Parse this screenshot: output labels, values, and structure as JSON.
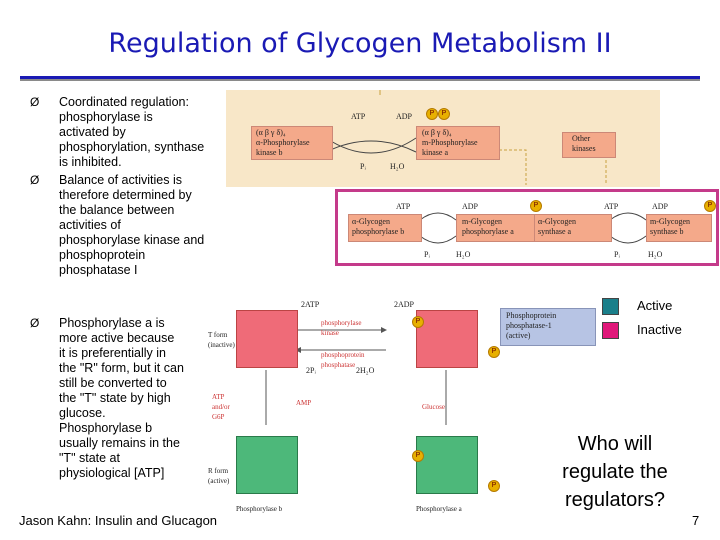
{
  "title": "Regulation of Glycogen Metabolism II",
  "bullets": [
    {
      "mark": "Ø",
      "text": "Coordinated regulation:\nphosphorylase is\nactivated by\nphosphorylation, synthase\nis inhibited."
    },
    {
      "mark": "Ø",
      "text": "Balance of activities is\ntherefore determined by\nthe balance between\nactivities of\nphosphorylase kinase and\nphosphoprotein\nphosphatase I"
    },
    {
      "mark": "Ø",
      "text": "Phosphorylase a is\nmore active because\nit is preferentially in\nthe \"R\" form, but it can\nstill be converted to\nthe \"T\" state by high\nglucose.\nPhosphorylase b\nusually remains in the\n\"T\" state at\nphysiological [ATP]"
    }
  ],
  "legend": {
    "active": "Active",
    "inactive": "Inactive",
    "active_color": "#1a7f8a",
    "inactive_color": "#e0187a"
  },
  "question": "Who will\nregulate the\nregulators?",
  "footer": "Jason Kahn: Insulin and Glucagon",
  "page_number": "7",
  "top_diagram": {
    "atp": "ATP",
    "adp": "ADP",
    "pi": "Pᵢ",
    "h2o": "H₂O",
    "kinase_b": "(α β γ δ)₄\nα-Phosphorylase\nkinase b",
    "kinase_a": "(α β γ δ)₄\nm-Phosphorylase\nkinase a",
    "other_kinases": "Other\nkinases"
  },
  "middle_diagram": {
    "phos_b": "α-Glycogen\nphosphorylase b",
    "phos_a": "m-Glycogen\nphosphorylase a",
    "synth_a": "α-Glycogen\nsynthase a",
    "synth_b": "m-Glycogen\nsynthase b",
    "atp": "ATP",
    "adp": "ADP",
    "pi": "Pᵢ",
    "h2o": "H₂O",
    "phosphatase": "Phosphoprotein\nphosphatase-1\n(active)"
  },
  "bottom_diagram": {
    "two_atp": "2ATP",
    "two_adp": "2ADP",
    "kinase": "phosphorylase\nkinase",
    "phosphatase": "phosphoprotein\nphosphatase",
    "two_p": "2Pᵢ",
    "two_h2o": "2H₂O",
    "t_form": "T form\n(inactive)",
    "r_form": "R form\n(active)",
    "atp_g6p": "ATP\nand/or\nG6P",
    "amp": "AMP",
    "glucose": "Glucose",
    "phos_b": "Phosphorylase b",
    "phos_a": "Phosphorylase a",
    "p": "P"
  }
}
